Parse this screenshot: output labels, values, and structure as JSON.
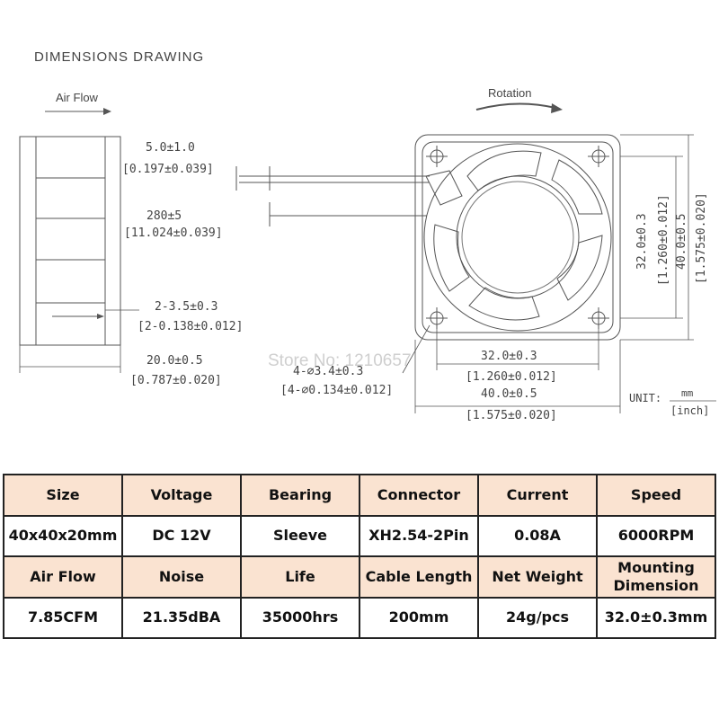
{
  "drawing": {
    "title": "DIMENSIONS DRAWING",
    "air_flow_label": "Air Flow",
    "rotation_label": "Rotation",
    "watermark": "Store No: 1210657",
    "dims": {
      "lead_len": "5.0±1.0",
      "lead_len_in": "[0.197±0.039]",
      "cable_len": "280±5",
      "cable_len_in": "[11.024±0.039]",
      "hole_depth": "2-3.5±0.3",
      "hole_depth_in": "[2-0.138±0.012]",
      "thickness": "20.0±0.5",
      "thickness_in": "[0.787±0.020]",
      "hole_dia": "4-⌀3.4±0.3",
      "hole_dia_in": "[4-⌀0.134±0.012]",
      "hole_pitch_h": "32.0±0.3",
      "hole_pitch_h_in": "[1.260±0.012]",
      "width": "40.0±0.5",
      "width_in": "[1.575±0.020]",
      "hole_pitch_v": "32.0±0.3",
      "hole_pitch_v_in": "[1.260±0.012]",
      "height": "40.0±0.5",
      "height_in": "[1.575±0.020]"
    },
    "unit_label": "UNIT:",
    "unit_mm": "mm",
    "unit_inch": "[inch]"
  },
  "specs": {
    "row1_headers": [
      "Size",
      "Voltage",
      "Bearing",
      "Connector",
      "Current",
      "Speed"
    ],
    "row1_values": [
      "40x40x20mm",
      "DC 12V",
      "Sleeve",
      "XH2.54-2Pin",
      "0.08A",
      "6000RPM"
    ],
    "row2_headers": [
      "Air Flow",
      "Noise",
      "Life",
      "Cable Length",
      "Net Weight",
      "Mounting Dimension"
    ],
    "row2_values": [
      "7.85CFM",
      "21.35dBA",
      "35000hrs",
      "200mm",
      "24g/pcs",
      "32.0±0.3mm"
    ]
  },
  "colors": {
    "header_fill": "#fae3d1",
    "line": "#444444"
  }
}
